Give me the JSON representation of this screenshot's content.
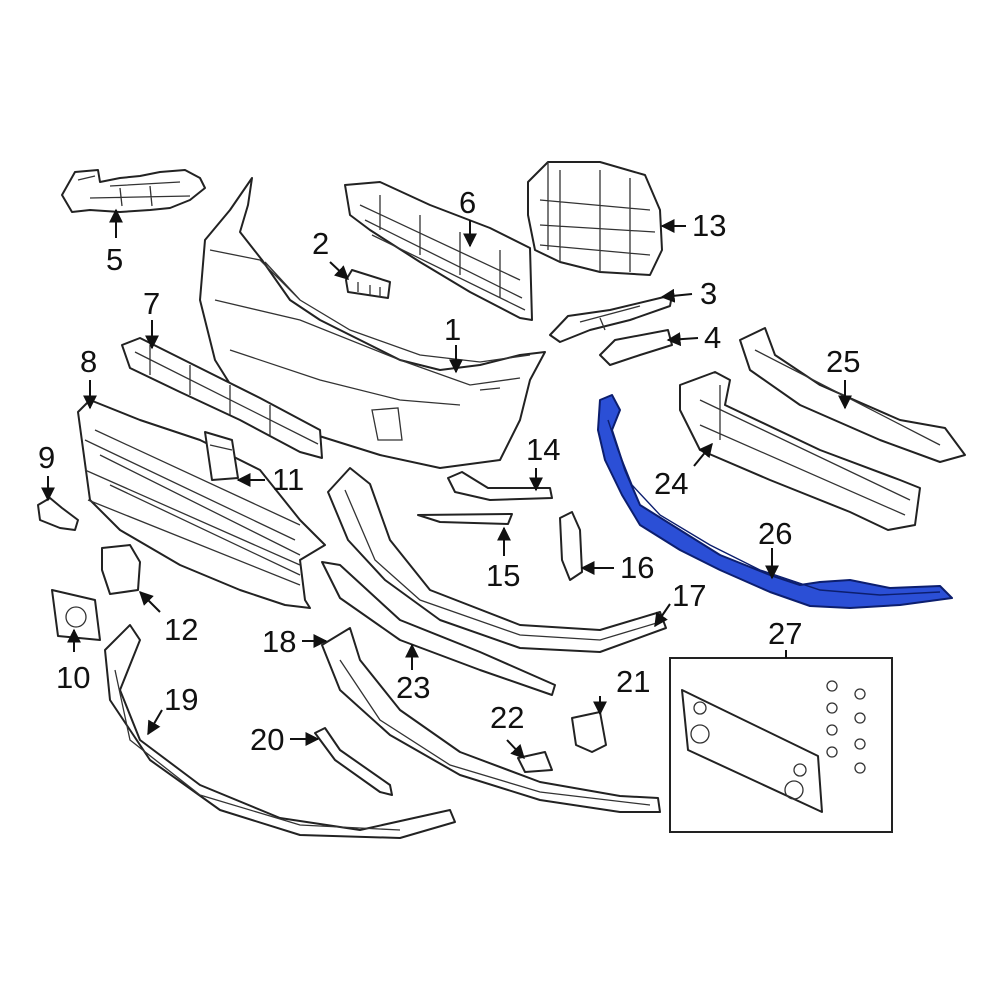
{
  "diagram": {
    "highlight_color": "#2b4fd6",
    "callouts": {
      "c1": "1",
      "c2": "2",
      "c3": "3",
      "c4": "4",
      "c5": "5",
      "c6": "6",
      "c7": "7",
      "c8": "8",
      "c9": "9",
      "c10": "10",
      "c11": "11",
      "c12": "12",
      "c13": "13",
      "c14": "14",
      "c15": "15",
      "c16": "16",
      "c17": "17",
      "c18": "18",
      "c19": "19",
      "c20": "20",
      "c21": "21",
      "c22": "22",
      "c23": "23",
      "c24": "24",
      "c25": "25",
      "c26": "26",
      "c27": "27"
    }
  }
}
